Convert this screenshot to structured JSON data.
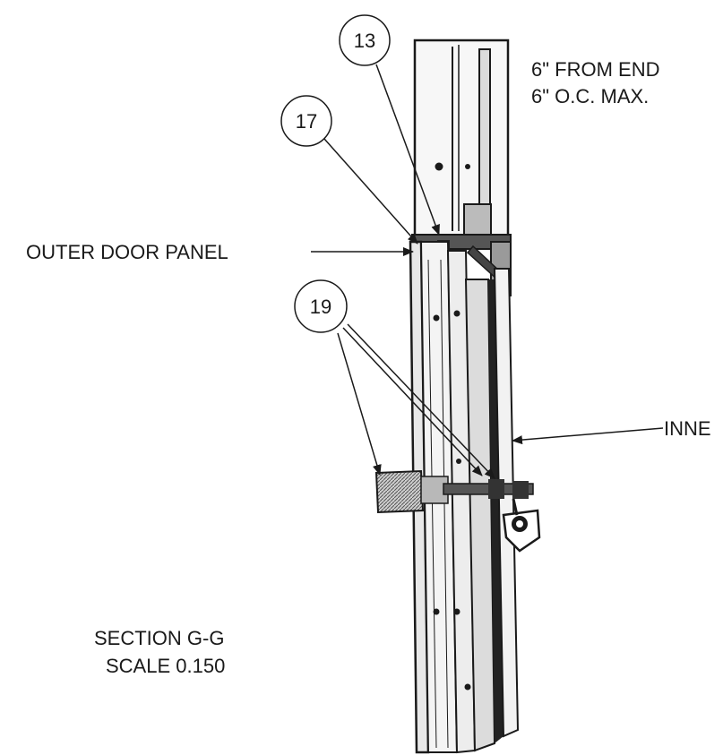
{
  "notes": {
    "line1": "6\" FROM END",
    "line2": "6\" O.C. MAX."
  },
  "labels": {
    "outer_door_panel": "OUTER DOOR PANEL",
    "inner": "INNE"
  },
  "callouts": {
    "c13": "13",
    "c17": "17",
    "c19": "19"
  },
  "section": {
    "title": "SECTION  G-G",
    "scale": "SCALE  0.150"
  }
}
